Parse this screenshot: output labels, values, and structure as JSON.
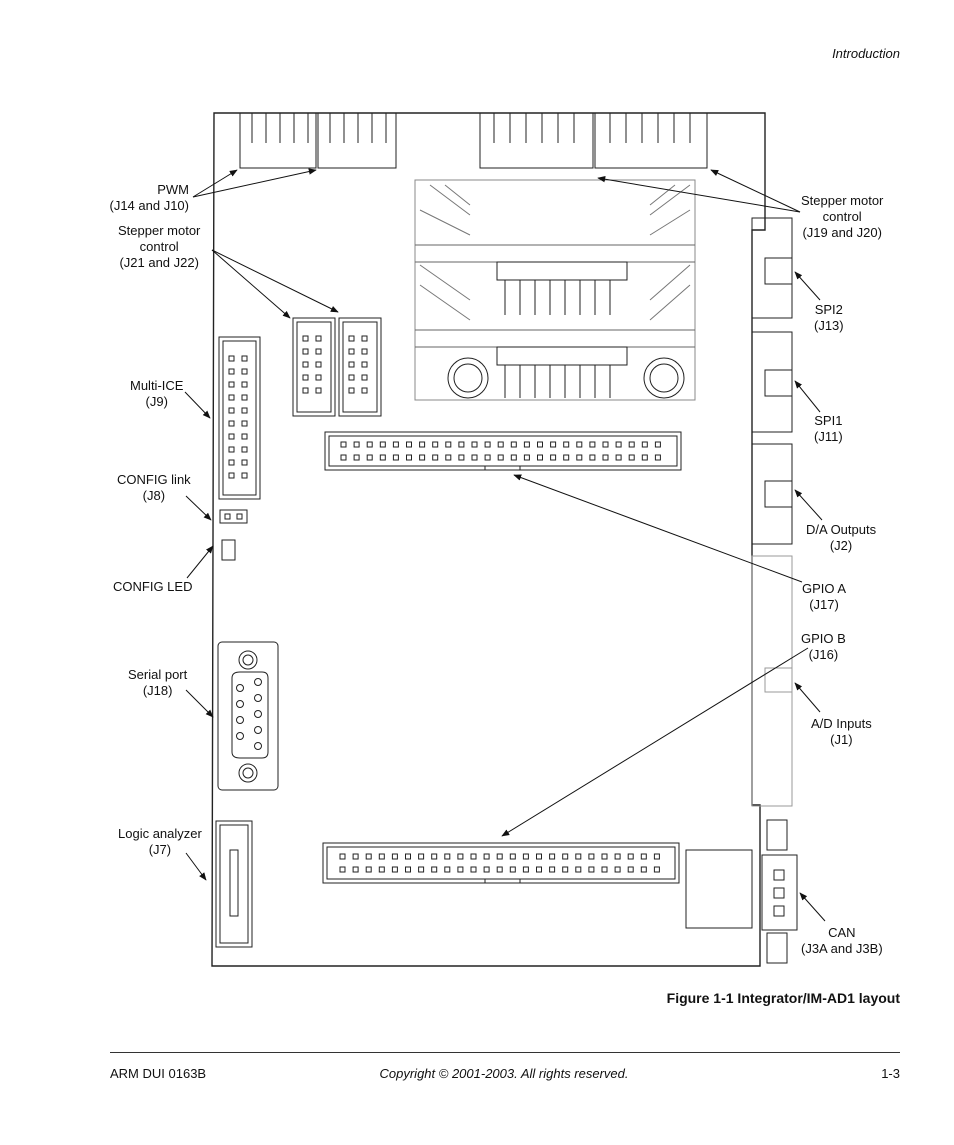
{
  "header": {
    "section": "Introduction"
  },
  "labels": {
    "pwm": [
      "PWM",
      "(J14 and J10)"
    ],
    "stepper_left": [
      "Stepper motor",
      "control",
      "(J21 and J22)"
    ],
    "multi_ice": [
      "Multi-ICE",
      "(J9)"
    ],
    "config_link": [
      "CONFIG link",
      "(J8)"
    ],
    "config_led": [
      "CONFIG LED"
    ],
    "serial_port": [
      "Serial port",
      "(J18)"
    ],
    "logic_analyzer": [
      "Logic analyzer",
      "(J7)"
    ],
    "stepper_right": [
      "Stepper motor",
      "control",
      "(J19 and J20)"
    ],
    "spi2": [
      "SPI2",
      "(J13)"
    ],
    "spi1": [
      "SPI1",
      "(J11)"
    ],
    "da_outputs": [
      "D/A Outputs",
      "(J2)"
    ],
    "gpio_a": [
      "GPIO A",
      "(J17)"
    ],
    "gpio_b": [
      "GPIO B",
      "(J16)"
    ],
    "ad_inputs": [
      "A/D Inputs",
      "(J1)"
    ],
    "can": [
      "CAN",
      "(J3A and J3B)"
    ]
  },
  "caption": "Figure 1-1 Integrator/IM-AD1 layout",
  "footer": {
    "doc_id": "ARM DUI 0163B",
    "copyright": "Copyright © 2001-2003. All rights reserved.",
    "page": "1-3"
  }
}
